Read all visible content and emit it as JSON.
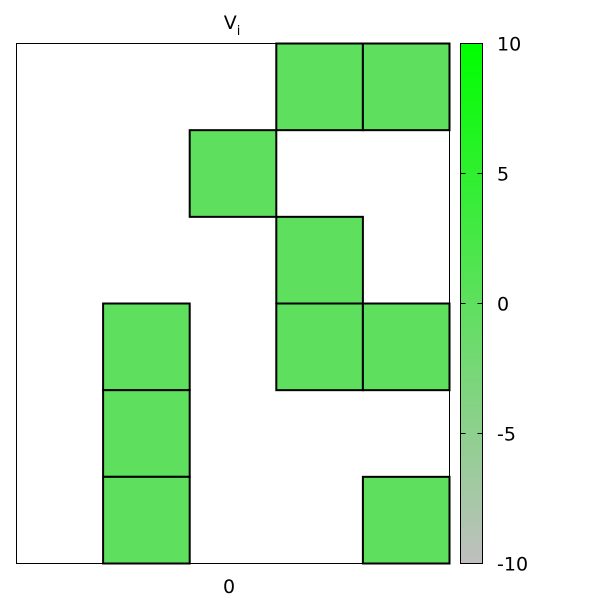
{
  "chart_data": {
    "type": "heatmap",
    "title": "V",
    "title_subscript": "i",
    "x_tick_labels": [
      "0"
    ],
    "grid": false,
    "legend_placement": "right",
    "grid_size": [
      5,
      6
    ],
    "cells": [
      {
        "col": 3,
        "row": 0,
        "value": 2
      },
      {
        "col": 4,
        "row": 0,
        "value": 2
      },
      {
        "col": 2,
        "row": 1,
        "value": 2
      },
      {
        "col": 3,
        "row": 2,
        "value": 2
      },
      {
        "col": 1,
        "row": 3,
        "value": 2
      },
      {
        "col": 3,
        "row": 3,
        "value": 2
      },
      {
        "col": 4,
        "row": 3,
        "value": 2
      },
      {
        "col": 1,
        "row": 4,
        "value": 2
      },
      {
        "col": 1,
        "row": 5,
        "value": 2
      },
      {
        "col": 4,
        "row": 5,
        "value": 2
      }
    ],
    "colorbar": {
      "range": [
        -10,
        10
      ],
      "ticks": [
        {
          "value": 10,
          "label": "10"
        },
        {
          "value": 5,
          "label": "5"
        },
        {
          "value": 0,
          "label": "0"
        },
        {
          "value": -5,
          "label": "-5"
        },
        {
          "value": -10,
          "label": "-10"
        }
      ],
      "color_low": "#bfbfbf",
      "color_mid": "#5ee05e",
      "color_high": "#00ff00"
    },
    "cell_color": "#5ee05e",
    "cell_border_color": "#000000"
  }
}
